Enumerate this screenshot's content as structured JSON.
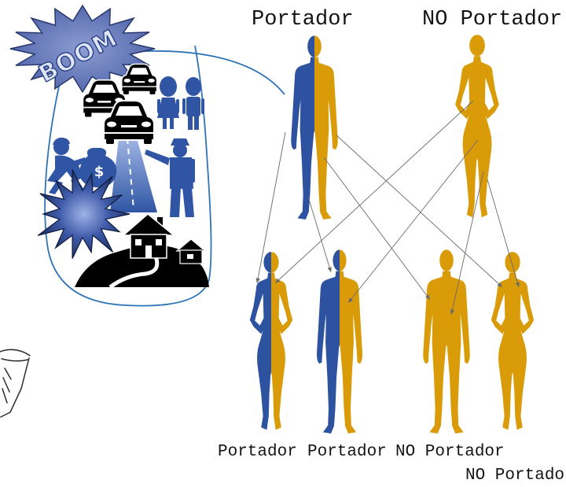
{
  "diagram": {
    "parents": [
      {
        "label": "Portador",
        "carrier": true
      },
      {
        "label": "NO Portador",
        "carrier": false
      }
    ],
    "children": [
      {
        "label": "Portador",
        "carrier": true
      },
      {
        "label": "Portador",
        "carrier": true
      },
      {
        "label": "NO Portador",
        "carrier": false
      },
      {
        "label": "NO Portado",
        "carrier": false
      }
    ],
    "colors": {
      "carrier": "#2d52a0",
      "non_carrier": "#d99b08",
      "edge": "#6a6a6a",
      "thought_bubble": "#2e74b5"
    }
  },
  "thought_bubble": {
    "burst_text": "BOOM",
    "money_symbol": "$",
    "icons": [
      "boom-burst-icon",
      "car-icon",
      "girl-icon",
      "boy-icon",
      "thief-icon",
      "money-bag-icon",
      "road-icon",
      "police-officer-icon",
      "explosion-icon",
      "house-icon"
    ]
  },
  "sketch": {
    "icon": "cup-sketch-icon"
  }
}
